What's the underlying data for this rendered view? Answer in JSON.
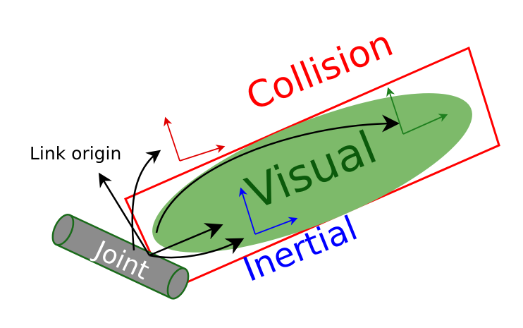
{
  "labels": {
    "collision": "Collision",
    "visual": "Visual",
    "inertial": "Inertial",
    "joint": "Joint",
    "link_origin": "Link origin"
  },
  "colors": {
    "collision": "#ff0000",
    "visual_fill": "#7dba6a",
    "visual_text": "#0b5a0b",
    "visual_frame": "#1e7f1e",
    "inertial": "#0000ff",
    "joint_fill": "#8c8c8c",
    "joint_stroke": "#1a6b1a",
    "link_frame": "#000000"
  }
}
